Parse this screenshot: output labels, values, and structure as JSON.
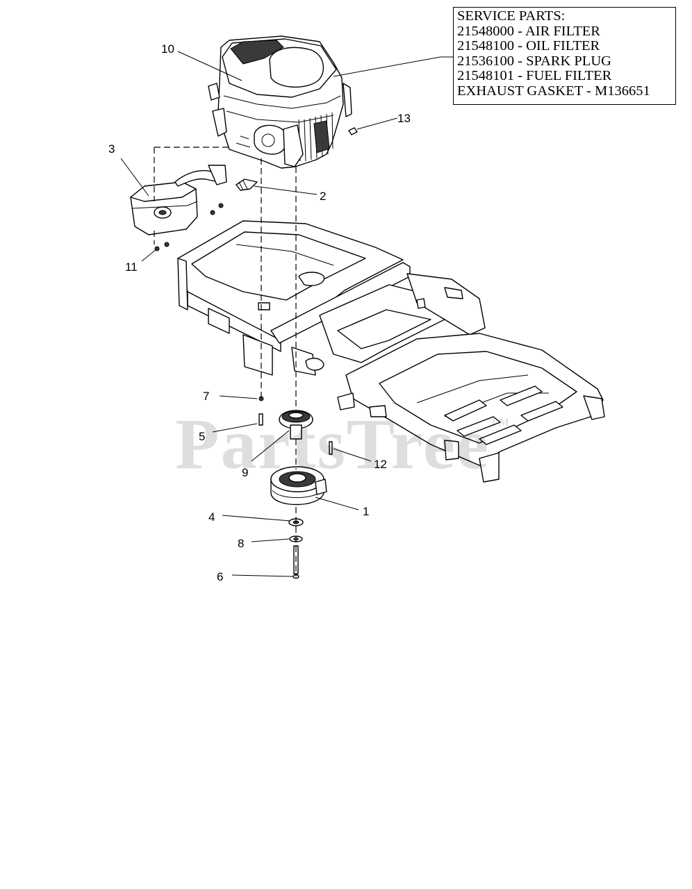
{
  "service_parts": {
    "heading": "SERVICE PARTS:",
    "items": [
      "21548000 - AIR FILTER",
      "21548100 - OIL FILTER",
      "21536100 - SPARK PLUG",
      "21548101 - FUEL FILTER",
      "EXHAUST GASKET - M136651"
    ]
  },
  "callouts": {
    "c1": "1",
    "c2": "2",
    "c3": "3",
    "c4": "4",
    "c5": "5",
    "c6": "6",
    "c7": "7",
    "c8": "8",
    "c9": "9",
    "c10": "10",
    "c11": "11",
    "c12": "12",
    "c13": "13"
  },
  "watermark": {
    "text": "PartsTree",
    "mark": "TM"
  }
}
